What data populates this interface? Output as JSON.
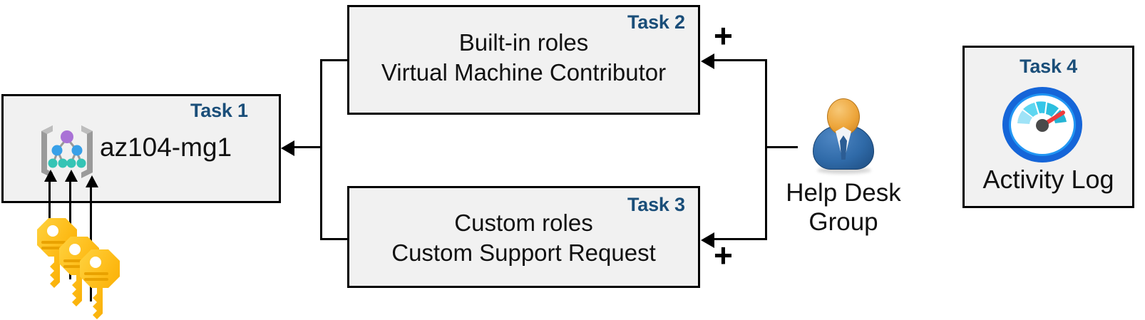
{
  "diagram": {
    "title": "Azure RBAC task diagram",
    "background": "#FFFFFF",
    "box_fill": "#F1F1F1",
    "box_border": "#000000",
    "task_label_color": "#1A4E79",
    "body_text_color": "#111111"
  },
  "task1": {
    "label": "Task 1",
    "title": "az104-mg1",
    "icon": "management-group-icon"
  },
  "task2": {
    "label": "Task 2",
    "line1": "Built-in roles",
    "line2": "Virtual Machine Contributor"
  },
  "task3": {
    "label": "Task 3",
    "line1": "Custom roles",
    "line2": "Custom Support Request"
  },
  "task4": {
    "label": "Task 4",
    "title": "Activity Log",
    "icon": "gauge-icon"
  },
  "helpdesk": {
    "label": "Help Desk\nGroup",
    "icon": "user-group-icon"
  },
  "keys": {
    "icon": "keys-icon",
    "count": 3
  },
  "connectors": {
    "plus_top": "+",
    "plus_bottom": "+"
  }
}
